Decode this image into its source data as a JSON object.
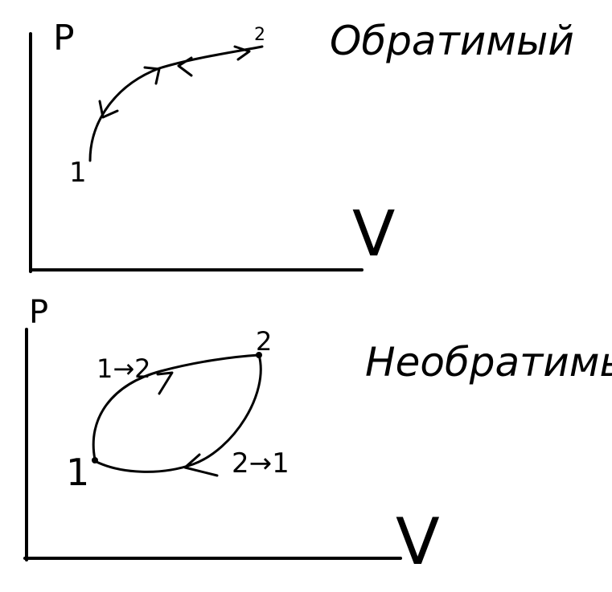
{
  "top_diagram": {
    "p_label": "P",
    "v_label": "V",
    "point_1": "1",
    "point_2": "2",
    "title": "Обратимый"
  },
  "bottom_diagram": {
    "p_label": "P",
    "v_label": "V",
    "point_1": "1",
    "point_2": "2",
    "forward_label": "1→2",
    "backward_label": "2→1",
    "title": "Необратимый"
  }
}
